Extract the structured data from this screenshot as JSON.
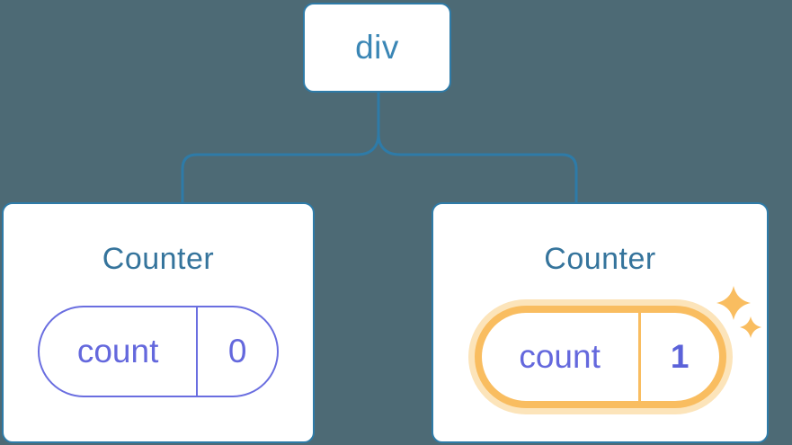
{
  "tree": {
    "root": {
      "label": "div"
    },
    "children": [
      {
        "title": "Counter",
        "state": {
          "key": "count",
          "value": "0"
        },
        "highlighted": false
      },
      {
        "title": "Counter",
        "state": {
          "key": "count",
          "value": "1"
        },
        "highlighted": true
      }
    ]
  },
  "icons": {
    "highlight_badge": "sparkles-icon"
  },
  "colors": {
    "bg": "#4d6a75",
    "line-blue": "#2e7ba8",
    "node-text": "#3a86b5",
    "title-blue": "#35749c",
    "purple": "#6468dd",
    "purple-border": "#6a6ee0",
    "value-purple": "#5b62d9",
    "orange": "#f9bd60",
    "orange-halo": "#fce4ba"
  }
}
